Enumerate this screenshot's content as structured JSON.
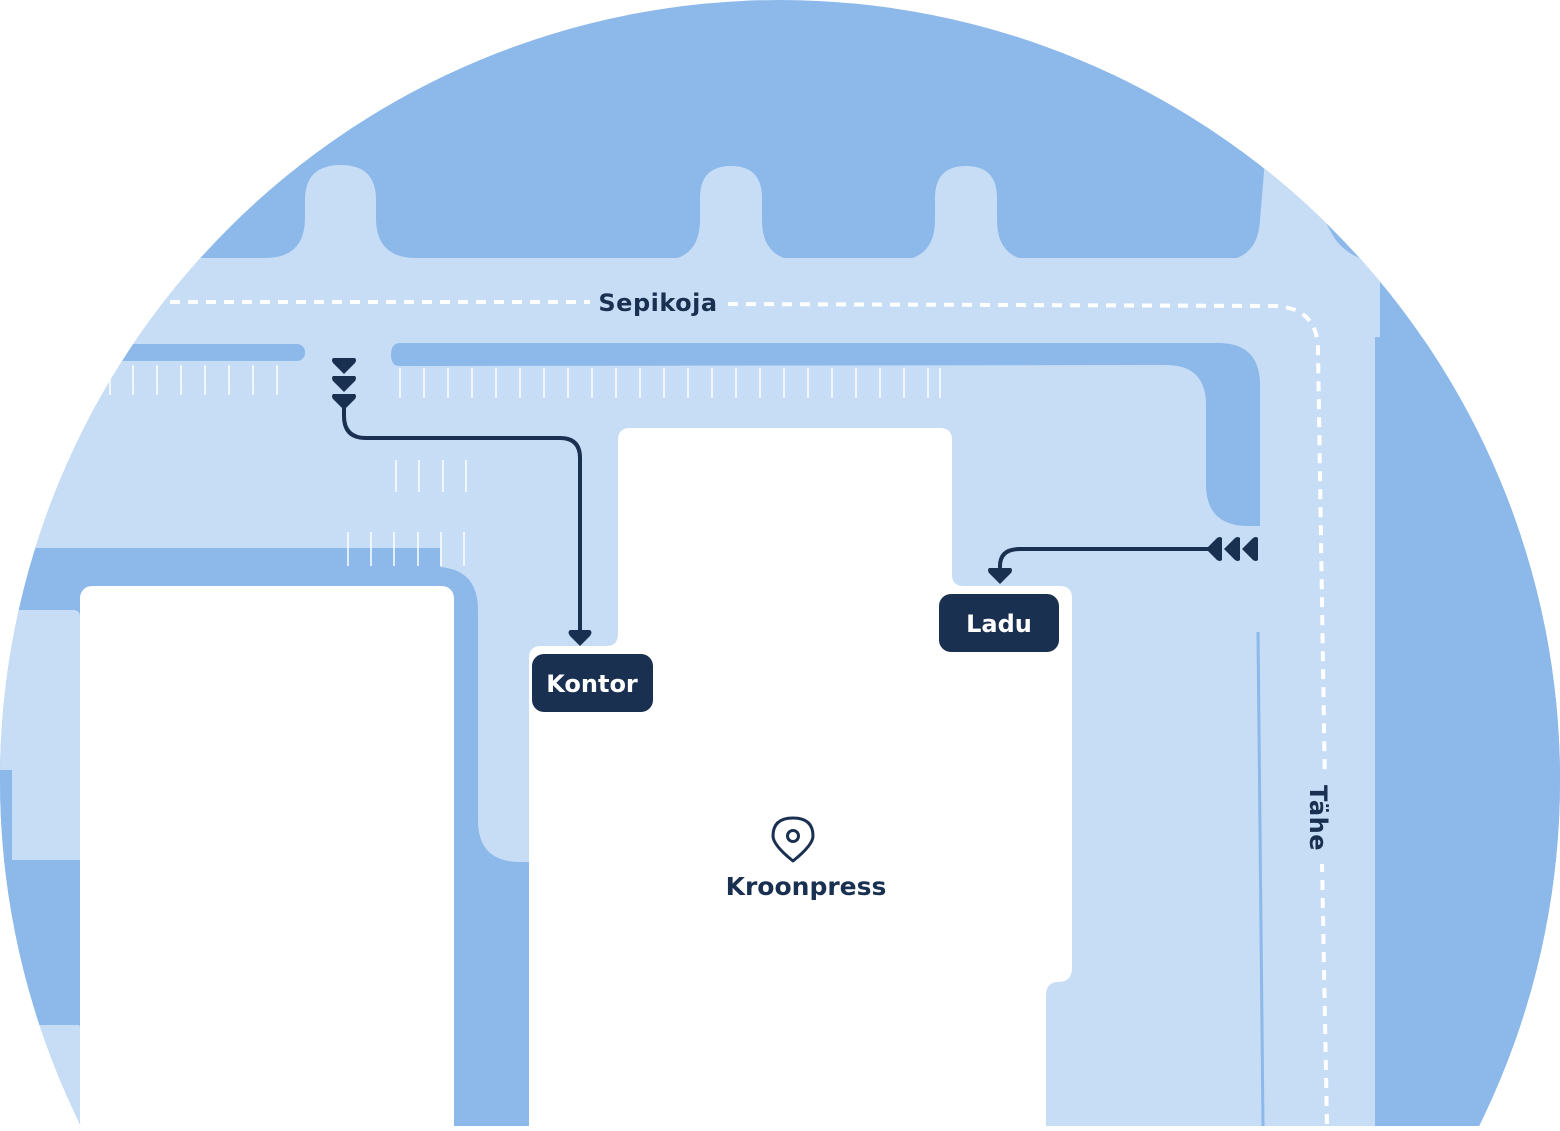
{
  "colors": {
    "water": "#8cb9ea",
    "land": "#c7ddf5",
    "building": "#ffffff",
    "route": "#1a3050",
    "tag_bg": "#1a3050",
    "tag_text": "#ffffff"
  },
  "streets": {
    "sepikoja": "Sepikoja",
    "tahe": "Tähe"
  },
  "place": {
    "name": "Kroonpress",
    "icon": "location-pin-icon"
  },
  "entrances": {
    "kontor": "Kontor",
    "ladu": "Ladu"
  }
}
